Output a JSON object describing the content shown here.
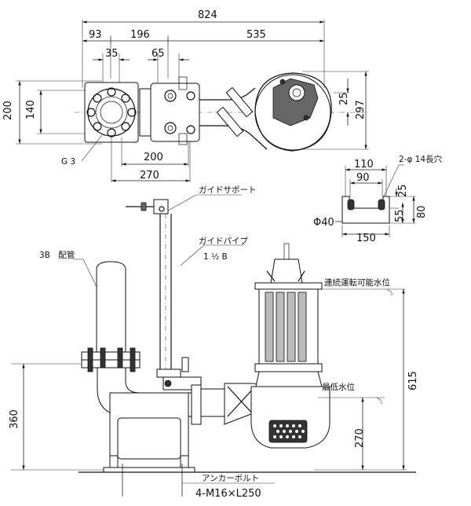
{
  "top_view": {
    "dims": {
      "overall": "824",
      "left": "93",
      "middle": "196",
      "right": "535",
      "flange_a": "35",
      "flange_b": "65",
      "height_200": "200",
      "height_140": "140",
      "pump_25": "25",
      "pump_297": "297",
      "bottom_200": "200",
      "bottom_270": "270"
    },
    "labels": {
      "g3": "G 3"
    }
  },
  "foot_detail": {
    "dims": {
      "w110": "110",
      "w90": "90",
      "hole_label": "2-φ 14長穴",
      "h25": "25",
      "h55": "55",
      "h80": "80",
      "phi40": "Φ40",
      "w150": "150"
    }
  },
  "side_view": {
    "labels": {
      "guide_support": "ガイドサポート",
      "guide_pipe": "ガイドパイプ",
      "guide_pipe_size": "1 ½ B",
      "pipe_3b": "3B　配管",
      "continuous_level": "連続運転可能水位",
      "lowest_level": "最低水位",
      "anchor_bolt": "アンカーボルト",
      "anchor_spec": "4-M16×L250"
    },
    "dims": {
      "h360": "360",
      "h615": "615",
      "h270": "270"
    }
  }
}
